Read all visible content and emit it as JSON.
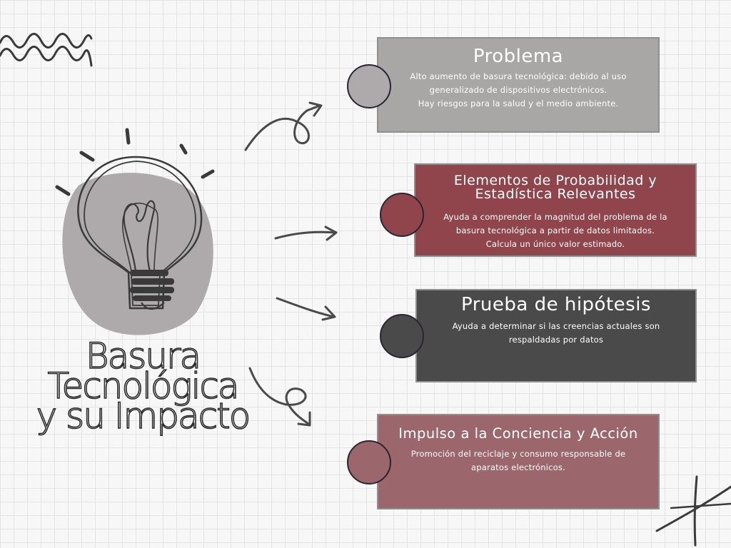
{
  "title": {
    "lines": [
      "Basura",
      "Tecnológica",
      "y su Impacto"
    ]
  },
  "cards": [
    {
      "id": "problema",
      "title": "Problema",
      "lines": [
        "Alto aumento de basura tecnológica:  debido al uso",
        "generalizado de dispositivos electrónicos.",
        "Hay riesgos para la salud y el medio ambiente."
      ],
      "color": "#a9a6a6"
    },
    {
      "id": "elementos",
      "title_lines": [
        "Elementos de Probabilidad y",
        "Estadística Relevantes"
      ],
      "lines": [
        "Ayuda a comprender la magnitud del problema de la",
        "basura tecnológica a partir de datos limitados.",
        "Calcula un único valor estimado."
      ],
      "color": "#8f454b"
    },
    {
      "id": "prueba",
      "title": "Prueba de hipótesis",
      "lines": [
        "Ayuda a determinar si las creencias actuales son",
        "respaldadas por datos"
      ],
      "color": "#4a4a4a"
    },
    {
      "id": "impulso",
      "title": "Impulso a la Conciencia y Acción",
      "lines": [
        "Promoción del reciclaje y consumo responsable de",
        "aparatos electrónicos."
      ],
      "color": "#9b676d"
    }
  ],
  "icons": {
    "main": "lightbulb-icon",
    "arrows": "curved-arrow-icon",
    "decor": [
      "zigzag-scribble-icon",
      "cross-scribble-icon"
    ]
  }
}
